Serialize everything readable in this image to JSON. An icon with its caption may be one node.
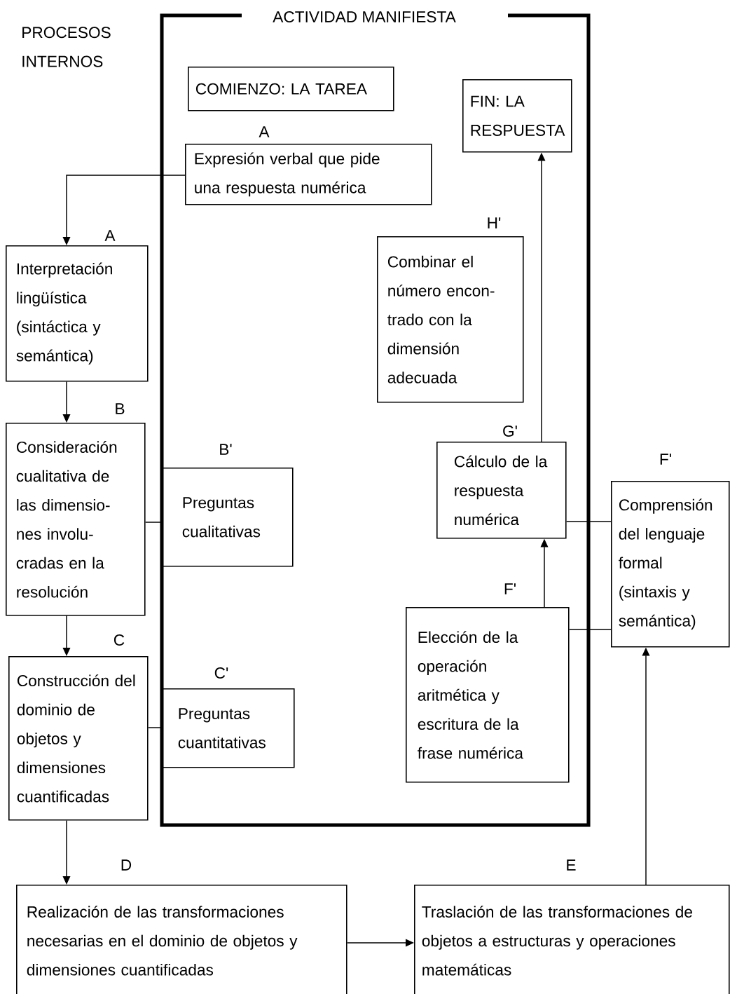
{
  "diagram": {
    "nodes": [
      {
        "text": [
          "ACTIVIDAD MANIFIESTA"
        ]
      },
      {
        "text": [
          "COMIENZO: LA TAREA"
        ],
        "in": 0
      },
      {
        "text": [
          "FIN: LA RESPUESTA"
        ],
        "in": 0
      },
      {
        "text": [
          "Expresión verbal que pide una respuesta numérica"
        ],
        "in": 0,
        "beside": [
          "A"
        ]
      },
      {
        "text": [
          "Interpretación lingüística (sintáctica y semántica)"
        ],
        "beside": [
          "A"
        ]
      },
      {
        "text": [
          "Combinar el número encon- trado con la dimensión adecuada"
        ],
        "in": 0,
        "beside": [
          "H'"
        ]
      },
      {
        "text": [
          "Consideración cualitativa de las dimensio- nes involu- cradas en la resolución"
        ],
        "beside": [
          "B"
        ]
      },
      {
        "text": [
          "Preguntas cualitativas"
        ],
        "in": 0,
        "beside": [
          "B'"
        ]
      },
      {
        "text": [
          "Cálculo de la respuesta numérica"
        ],
        "in": 0,
        "beside": [
          "G'"
        ]
      },
      {
        "text": [
          "Comprensión del lenguaje formal (sintaxis y semántica)"
        ],
        "beside": [
          "F'"
        ]
      },
      {
        "text": [
          "Construcción del dominio de objetos y dimensiones cuantificadas"
        ],
        "beside": [
          "C"
        ]
      },
      {
        "text": [
          "Preguntas cuantitativas"
        ],
        "in": 0,
        "beside": [
          "C'"
        ]
      },
      {
        "text": [
          "Elección de la operación aritmética y escritura de la frase numérica"
        ],
        "in": 0,
        "beside": [
          "F'"
        ]
      },
      {
        "text": [
          "Realización de las transformaciones necesarias en el dominio de objetos y dimensiones cuantificadas"
        ],
        "beside": [
          "D"
        ]
      },
      {
        "text": [
          "Traslación de las transformaciones de objetos a estructuras y operaciones matemáticas"
        ],
        "beside": [
          "E"
        ]
      }
    ],
    "edges": [
      {
        "from": 3,
        "to": 4,
        "arrow": "to"
      },
      {
        "from": 4,
        "to": 6,
        "arrow": "to"
      },
      {
        "from": 6,
        "to": 10,
        "arrow": "to"
      },
      {
        "from": 10,
        "to": 13,
        "arrow": "to"
      },
      {
        "from": 13,
        "to": 14,
        "arrow": "to"
      },
      {
        "from": 14,
        "to": 9,
        "arrow": "to"
      },
      {
        "from": 12,
        "to": 8,
        "arrow": "to"
      },
      {
        "from": 8,
        "to": 2,
        "arrow": "to"
      },
      {
        "from": 6,
        "to": 7,
        "arrow": "none"
      },
      {
        "from": 10,
        "to": 11,
        "arrow": "none"
      },
      {
        "from": 8,
        "to": 9,
        "arrow": "none"
      },
      {
        "from": 12,
        "to": 9,
        "arrow": "none"
      }
    ],
    "labels": [
      "PROCESOS INTERNOS"
    ]
  }
}
